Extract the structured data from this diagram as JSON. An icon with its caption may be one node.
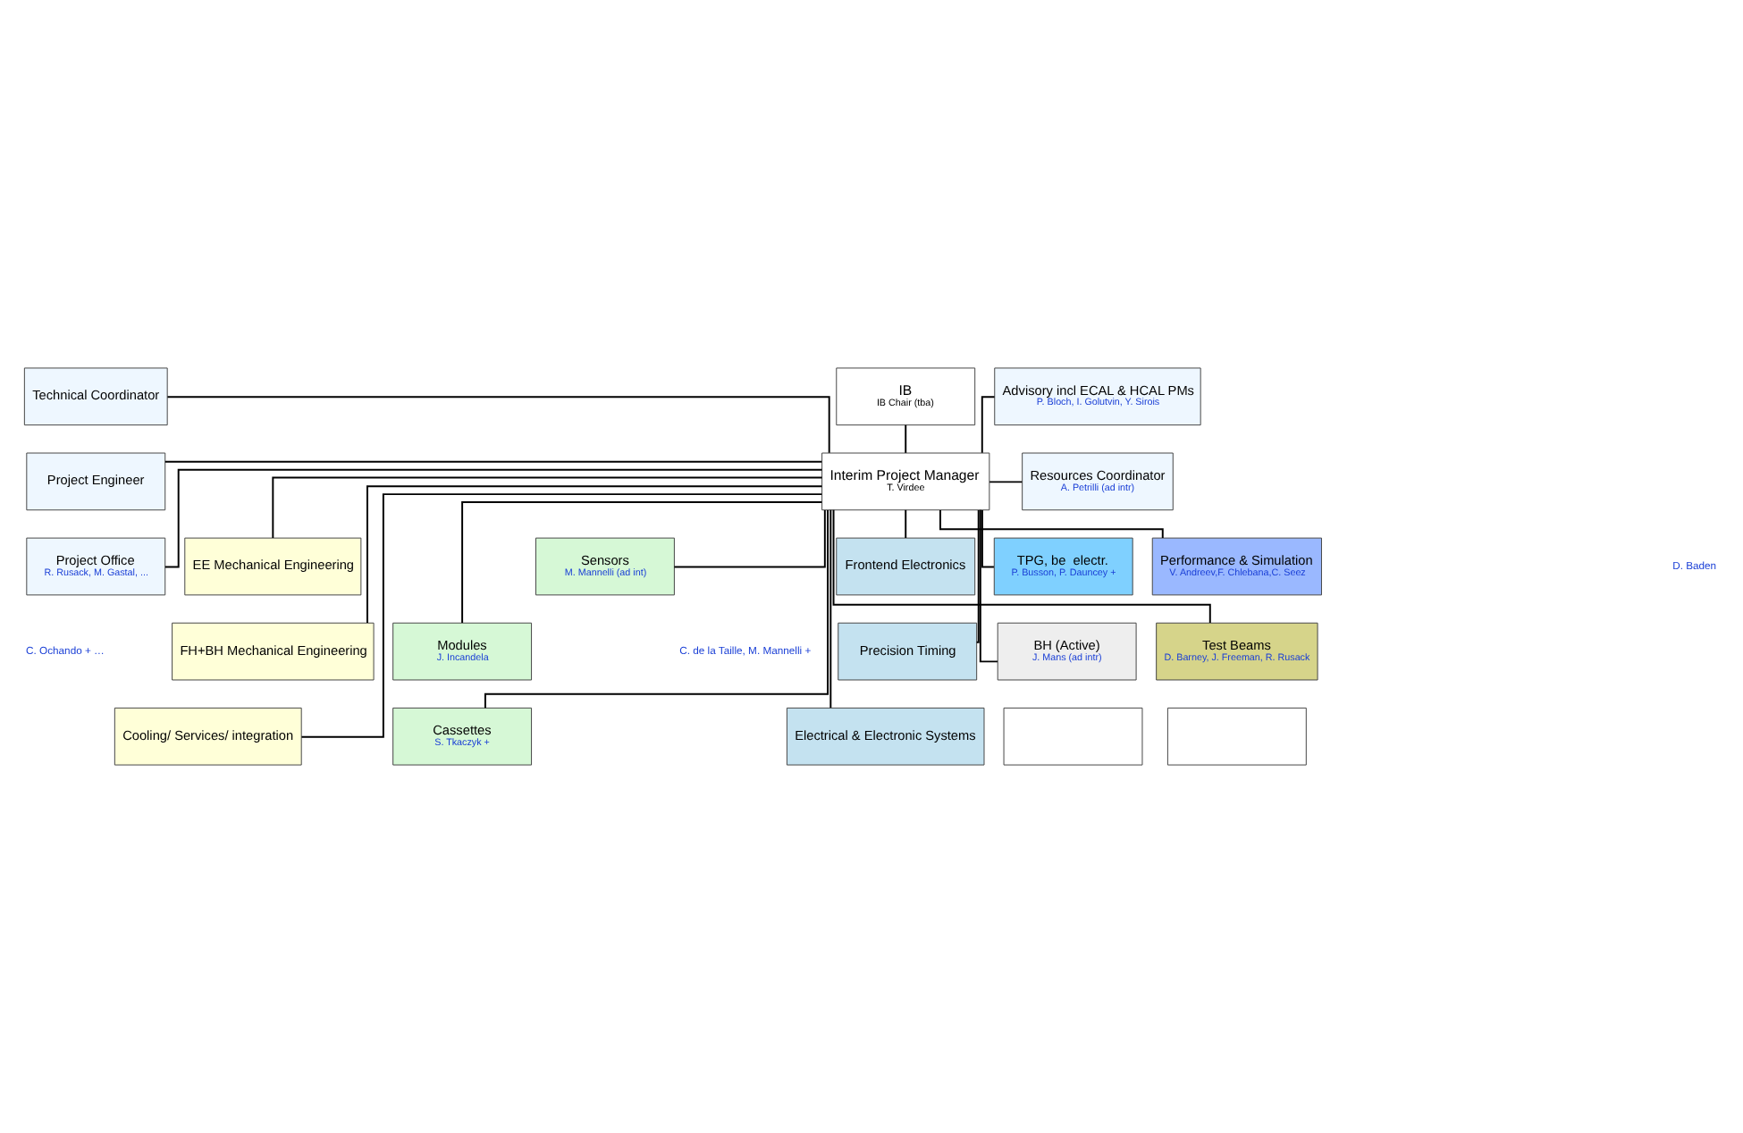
{
  "diagram": {
    "nodes": [
      {
        "text": [
          "IB",
          "IB Chair (tba)"
        ]
      },
      {
        "text": [
          "Technical Coordinator"
        ]
      },
      {
        "text": [
          "Advisory incl ECAL & HCAL PMs",
          "P. Bloch, I. Golutvin, Y. Sirois"
        ]
      },
      {
        "text": [
          "Interim Project Manager",
          "T. Virdee"
        ]
      },
      {
        "text": [
          "Project Engineer"
        ]
      },
      {
        "text": [
          "Resources Coordinator",
          "A. Petrilli (ad intr)"
        ]
      },
      {
        "text": [
          "Project Office",
          "R. Rusack, M. Gastal, ..."
        ]
      },
      {
        "text": [
          "EE Mechanical Engineering"
        ]
      },
      {
        "text": [
          "Sensors",
          "M. Mannelli (ad int)"
        ]
      },
      {
        "text": [
          "Frontend Electronics"
        ]
      },
      {
        "text": [
          "TPG, be  electr.",
          "P. Busson, P. Dauncey +"
        ]
      },
      {
        "text": [
          "Performance & Simulation",
          "V. Andreev,F. Chlebana,C. Seez"
        ]
      },
      {
        "text": [
          "FH+BH Mechanical Engineering"
        ]
      },
      {
        "text": [
          "Modules",
          "J. Incandela"
        ]
      },
      {
        "text": [
          "Precision Timing"
        ]
      },
      {
        "text": [
          "BH (Active)",
          "J. Mans (ad intr)"
        ]
      },
      {
        "text": [
          "Test Beams",
          "D. Barney, J. Freeman, R. Rusack"
        ]
      },
      {
        "text": [
          "Cooling/ Services/ integration"
        ]
      },
      {
        "text": [
          "Cassettes",
          "S. Tkaczyk +"
        ]
      },
      {
        "text": [
          "Electrical & Electronic Systems"
        ]
      },
      {
        "text": [],
        "shape": "box"
      },
      {
        "text": [],
        "shape": "box"
      }
    ],
    "edges": [
      {
        "from": 0,
        "to": 3,
        "arrow": "none"
      },
      {
        "from": 3,
        "to": 2,
        "arrow": "none"
      },
      {
        "from": 3,
        "to": 5,
        "arrow": "none"
      },
      {
        "from": 3,
        "to": 1,
        "arrow": "none"
      },
      {
        "from": 3,
        "to": 4,
        "arrow": "none"
      },
      {
        "from": 3,
        "to": 6,
        "arrow": "none"
      },
      {
        "from": 3,
        "to": 7,
        "arrow": "none"
      },
      {
        "from": 3,
        "to": 12,
        "arrow": "none"
      },
      {
        "from": 3,
        "to": 17,
        "arrow": "none"
      },
      {
        "from": 3,
        "to": 8,
        "arrow": "none"
      },
      {
        "from": 3,
        "to": 13,
        "arrow": "none"
      },
      {
        "from": 3,
        "to": 18,
        "arrow": "none"
      },
      {
        "from": 3,
        "to": 9,
        "arrow": "none"
      },
      {
        "from": 3,
        "to": 14,
        "arrow": "none"
      },
      {
        "from": 3,
        "to": 19,
        "arrow": "none"
      },
      {
        "from": 3,
        "to": 10,
        "arrow": "none"
      },
      {
        "from": 3,
        "to": 15,
        "arrow": "none"
      },
      {
        "from": 3,
        "to": 11,
        "arrow": "none"
      },
      {
        "from": 3,
        "to": 16,
        "arrow": "none"
      }
    ],
    "labels": [
      "C. Ochando + …",
      "C. de la Taille, M. Mannelli +",
      "D. Baden"
    ]
  }
}
